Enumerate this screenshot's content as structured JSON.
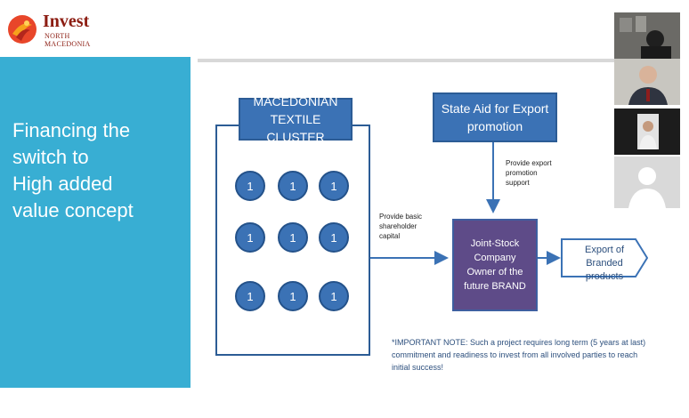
{
  "brand": {
    "main": "Invest",
    "sub": "NORTH\nMACEDONIA"
  },
  "slide": {
    "left_title": "Financing the\nswitch to\nHigh added\nvalue concept",
    "cluster_title": "MACEDONIAN\nTEXTILE CLUSTER",
    "cluster_circles": [
      "1",
      "1",
      "1",
      "1",
      "1",
      "1",
      "1",
      "1",
      "1"
    ],
    "state_aid": "State Aid for Export\npromotion",
    "promotion_label": "Provide export\npromotion\nsupport",
    "capital_label": "Provide basic\nshareholder\ncapital",
    "jsc": "Joint-Stock\nCompany\nOwner of the\nfuture BRAND",
    "export": "Export of\nBranded products",
    "note": "*IMPORTANT NOTE: Such a project requires long term (5 years at last) commitment and readiness to invest from all involved parties to reach initial success!"
  },
  "participants": [
    {
      "name": "participant-video-1-icon"
    },
    {
      "name": "participant-video-2-icon"
    },
    {
      "name": "participant-video-3-icon"
    },
    {
      "name": "participant-avatar-placeholder-icon"
    }
  ],
  "colors": {
    "left_panel": "#38aed3",
    "box_blue": "#3b72b5",
    "jsc_purple": "#5e4b88",
    "brand_red": "#8c1d12"
  }
}
